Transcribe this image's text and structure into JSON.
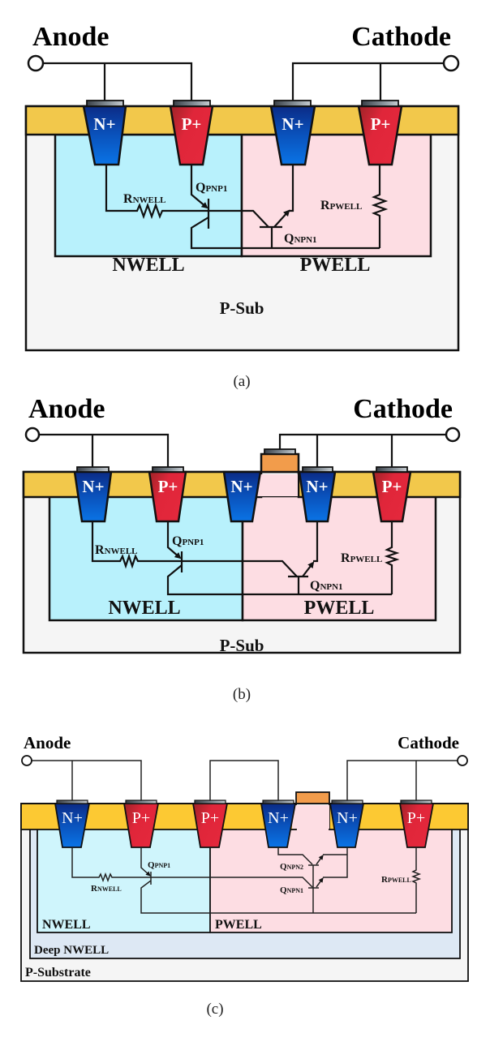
{
  "figure": {
    "panels": [
      {
        "id": "a",
        "caption": "(a)",
        "terminals": {
          "anode": "Anode",
          "cathode": "Cathode"
        },
        "regions": {
          "nwell": "NWELL",
          "pwell": "PWELL",
          "substrate": "P-Sub"
        },
        "diffusions": [
          "N+",
          "P+",
          "N+",
          "P+"
        ],
        "components": {
          "r_nwell": {
            "main": "R",
            "sub": "NWELL"
          },
          "r_pwell": {
            "main": "R",
            "sub": "PWELL"
          },
          "q_pnp1": {
            "main": "Q",
            "sub": "PNP1"
          },
          "q_npn1": {
            "main": "Q",
            "sub": "NPN1"
          }
        }
      },
      {
        "id": "b",
        "caption": "(b)",
        "terminals": {
          "anode": "Anode",
          "cathode": "Cathode"
        },
        "regions": {
          "nwell": "NWELL",
          "pwell": "PWELL",
          "substrate": "P-Sub"
        },
        "diffusions": [
          "N+",
          "P+",
          "N+",
          "N+",
          "P+"
        ],
        "components": {
          "r_nwell": {
            "main": "R",
            "sub": "NWELL"
          },
          "r_pwell": {
            "main": "R",
            "sub": "PWELL"
          },
          "q_pnp1": {
            "main": "Q",
            "sub": "PNP1"
          },
          "q_npn1": {
            "main": "Q",
            "sub": "NPN1"
          }
        }
      },
      {
        "id": "c",
        "caption": "(c)",
        "terminals": {
          "anode": "Anode",
          "cathode": "Cathode"
        },
        "regions": {
          "nwell": "NWELL",
          "pwell": "PWELL",
          "deep_nwell": "Deep NWELL",
          "substrate": "P-Substrate"
        },
        "diffusions": [
          "N+",
          "P+",
          "P+",
          "N+",
          "N+",
          "P+"
        ],
        "components": {
          "r_nwell": {
            "main": "R",
            "sub": "NWELL"
          },
          "r_pwell": {
            "main": "R",
            "sub": "PWELL"
          },
          "q_pnp1": {
            "main": "Q",
            "sub": "PNP1"
          },
          "q_npn1": {
            "main": "Q",
            "sub": "NPN1"
          },
          "q_npn2": {
            "main": "Q",
            "sub": "NPN2"
          }
        }
      }
    ],
    "colors": {
      "oxide": "#F2C84B",
      "nwell": "#B8F1FC",
      "pwell": "#FDDDE3",
      "substrate": "#F5F5F5",
      "deep_nwell": "#DDE8F4",
      "n_plus": "#0A64D6",
      "p_plus": "#E0263A",
      "gate": "#F29C4B",
      "contact": "#6F7A82"
    }
  }
}
